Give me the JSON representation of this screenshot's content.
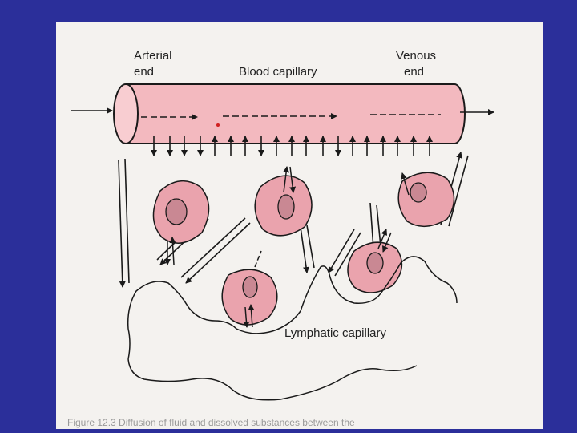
{
  "labels": {
    "arterial_line1": "Arterial",
    "arterial_line2": "end",
    "blood_capillary": "Blood capillary",
    "venous_line1": "Venous",
    "venous_line2": "end",
    "lymphatic_capillary": "Lymphatic capillary"
  },
  "caption": "Figure 12.3 Diffusion of fluid and dissolved substances between the",
  "colors": {
    "background": "#2b2f9a",
    "panel": "#f4f2ef",
    "capillary_fill": "#f3b9bf",
    "cell_fill": "#eaa3ad",
    "nucleus_fill": "#c98893",
    "stroke": "#1a1a1a"
  },
  "icons": {
    "flow_arrow": "arrow-right-icon",
    "exchange_arrow": "vertical-double-arrow-icon"
  }
}
